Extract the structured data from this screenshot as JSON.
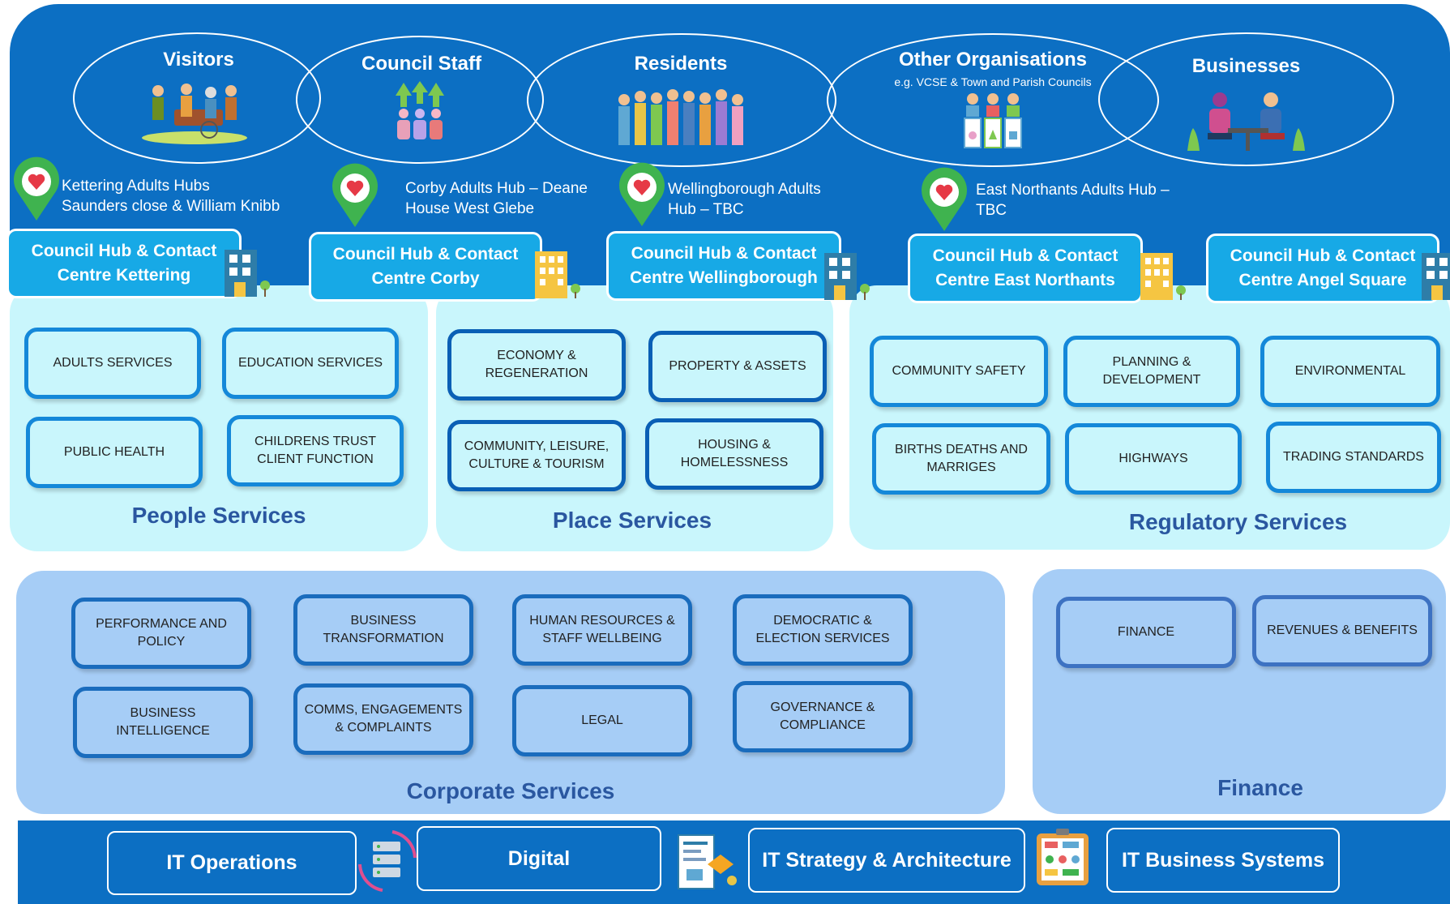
{
  "audiences": [
    {
      "title": "Visitors",
      "subtitle": "",
      "icon": "visitors-illustration-icon"
    },
    {
      "title": "Council Staff",
      "subtitle": "",
      "icon": "staff-growth-icon"
    },
    {
      "title": "Residents",
      "subtitle": "",
      "icon": "residents-crowd-icon"
    },
    {
      "title": "Other Organisations",
      "subtitle": "e.g. VCSE & Town and Parish Councils",
      "icon": "organisations-icon"
    },
    {
      "title": "Businesses",
      "subtitle": "",
      "icon": "business-meeting-icon"
    }
  ],
  "locations": [
    {
      "text": "Kettering Adults Hubs Saunders close & William Knibb",
      "line1": "Kettering Adults Hubs",
      "line2": "Saunders close & William Knibb",
      "icon": "location-pin-icon"
    },
    {
      "text": "Corby Adults Hub – Deane House West Glebe",
      "line1": "Corby Adults Hub – Deane",
      "line2": "House West Glebe",
      "icon": "location-pin-icon"
    },
    {
      "text": "Wellingborough Adults Hub – TBC",
      "line1": "Wellingborough Adults",
      "line2": "Hub – TBC",
      "icon": "location-pin-icon"
    },
    {
      "text": "East Northants Adults Hub – TBC",
      "line1": "East Northants Adults Hub –",
      "line2": "TBC",
      "icon": "location-pin-icon"
    }
  ],
  "hubs": [
    {
      "line1": "Council Hub & Contact",
      "line2": "Centre Kettering",
      "icon": "building-icon"
    },
    {
      "line1": "Council Hub & Contact",
      "line2": "Centre Corby",
      "icon": "building-icon"
    },
    {
      "line1": "Council Hub & Contact",
      "line2": "Centre Wellingborough",
      "icon": "building-icon"
    },
    {
      "line1": "Council Hub & Contact",
      "line2": "Centre East Northants",
      "icon": "building-icon"
    },
    {
      "line1": "Council Hub & Contact",
      "line2": "Centre Angel Square",
      "icon": "building-icon"
    }
  ],
  "people": {
    "title": "People Services",
    "services": [
      "ADULTS SERVICES",
      "EDUCATION SERVICES",
      "PUBLIC HEALTH",
      "CHILDRENS TRUST CLIENT FUNCTION"
    ]
  },
  "place": {
    "title": "Place Services",
    "services": [
      "ECONOMY & REGENERATION",
      "PROPERTY & ASSETS",
      "COMMUNITY, LEISURE, CULTURE & TOURISM",
      "HOUSING & HOMELESSNESS"
    ]
  },
  "regulatory": {
    "title": "Regulatory Services",
    "services": [
      "COMMUNITY SAFETY",
      "PLANNING & DEVELOPMENT",
      "ENVIRONMENTAL",
      "BIRTHS DEATHS AND MARRIGES",
      "HIGHWAYS",
      "TRADING STANDARDS"
    ]
  },
  "corporate": {
    "title": "Corporate Services",
    "services": [
      "PERFORMANCE AND POLICY",
      "BUSINESS TRANSFORMATION",
      "HUMAN RESOURCES & STAFF WELLBEING",
      "DEMOCRATIC & ELECTION SERVICES",
      "BUSINESS INTELLIGENCE",
      "COMMS, ENGAGEMENTS & COMPLAINTS",
      "LEGAL",
      "GOVERNANCE & COMPLIANCE"
    ]
  },
  "finance": {
    "title": "Finance",
    "services": [
      "FINANCE",
      "REVENUES & BENEFITS"
    ]
  },
  "it": {
    "items": [
      "IT Operations",
      "Digital",
      "IT Strategy & Architecture",
      "IT Business Systems"
    ],
    "icons": [
      "server-sync-icon",
      "digital-document-icon",
      "strategy-board-icon"
    ]
  },
  "colors": {
    "band": "#0c6fc3",
    "hub": "#17a9e6",
    "light_panel": "#c9f6fc",
    "mid_panel": "#a6cdf6",
    "title": "#2a57a0"
  }
}
